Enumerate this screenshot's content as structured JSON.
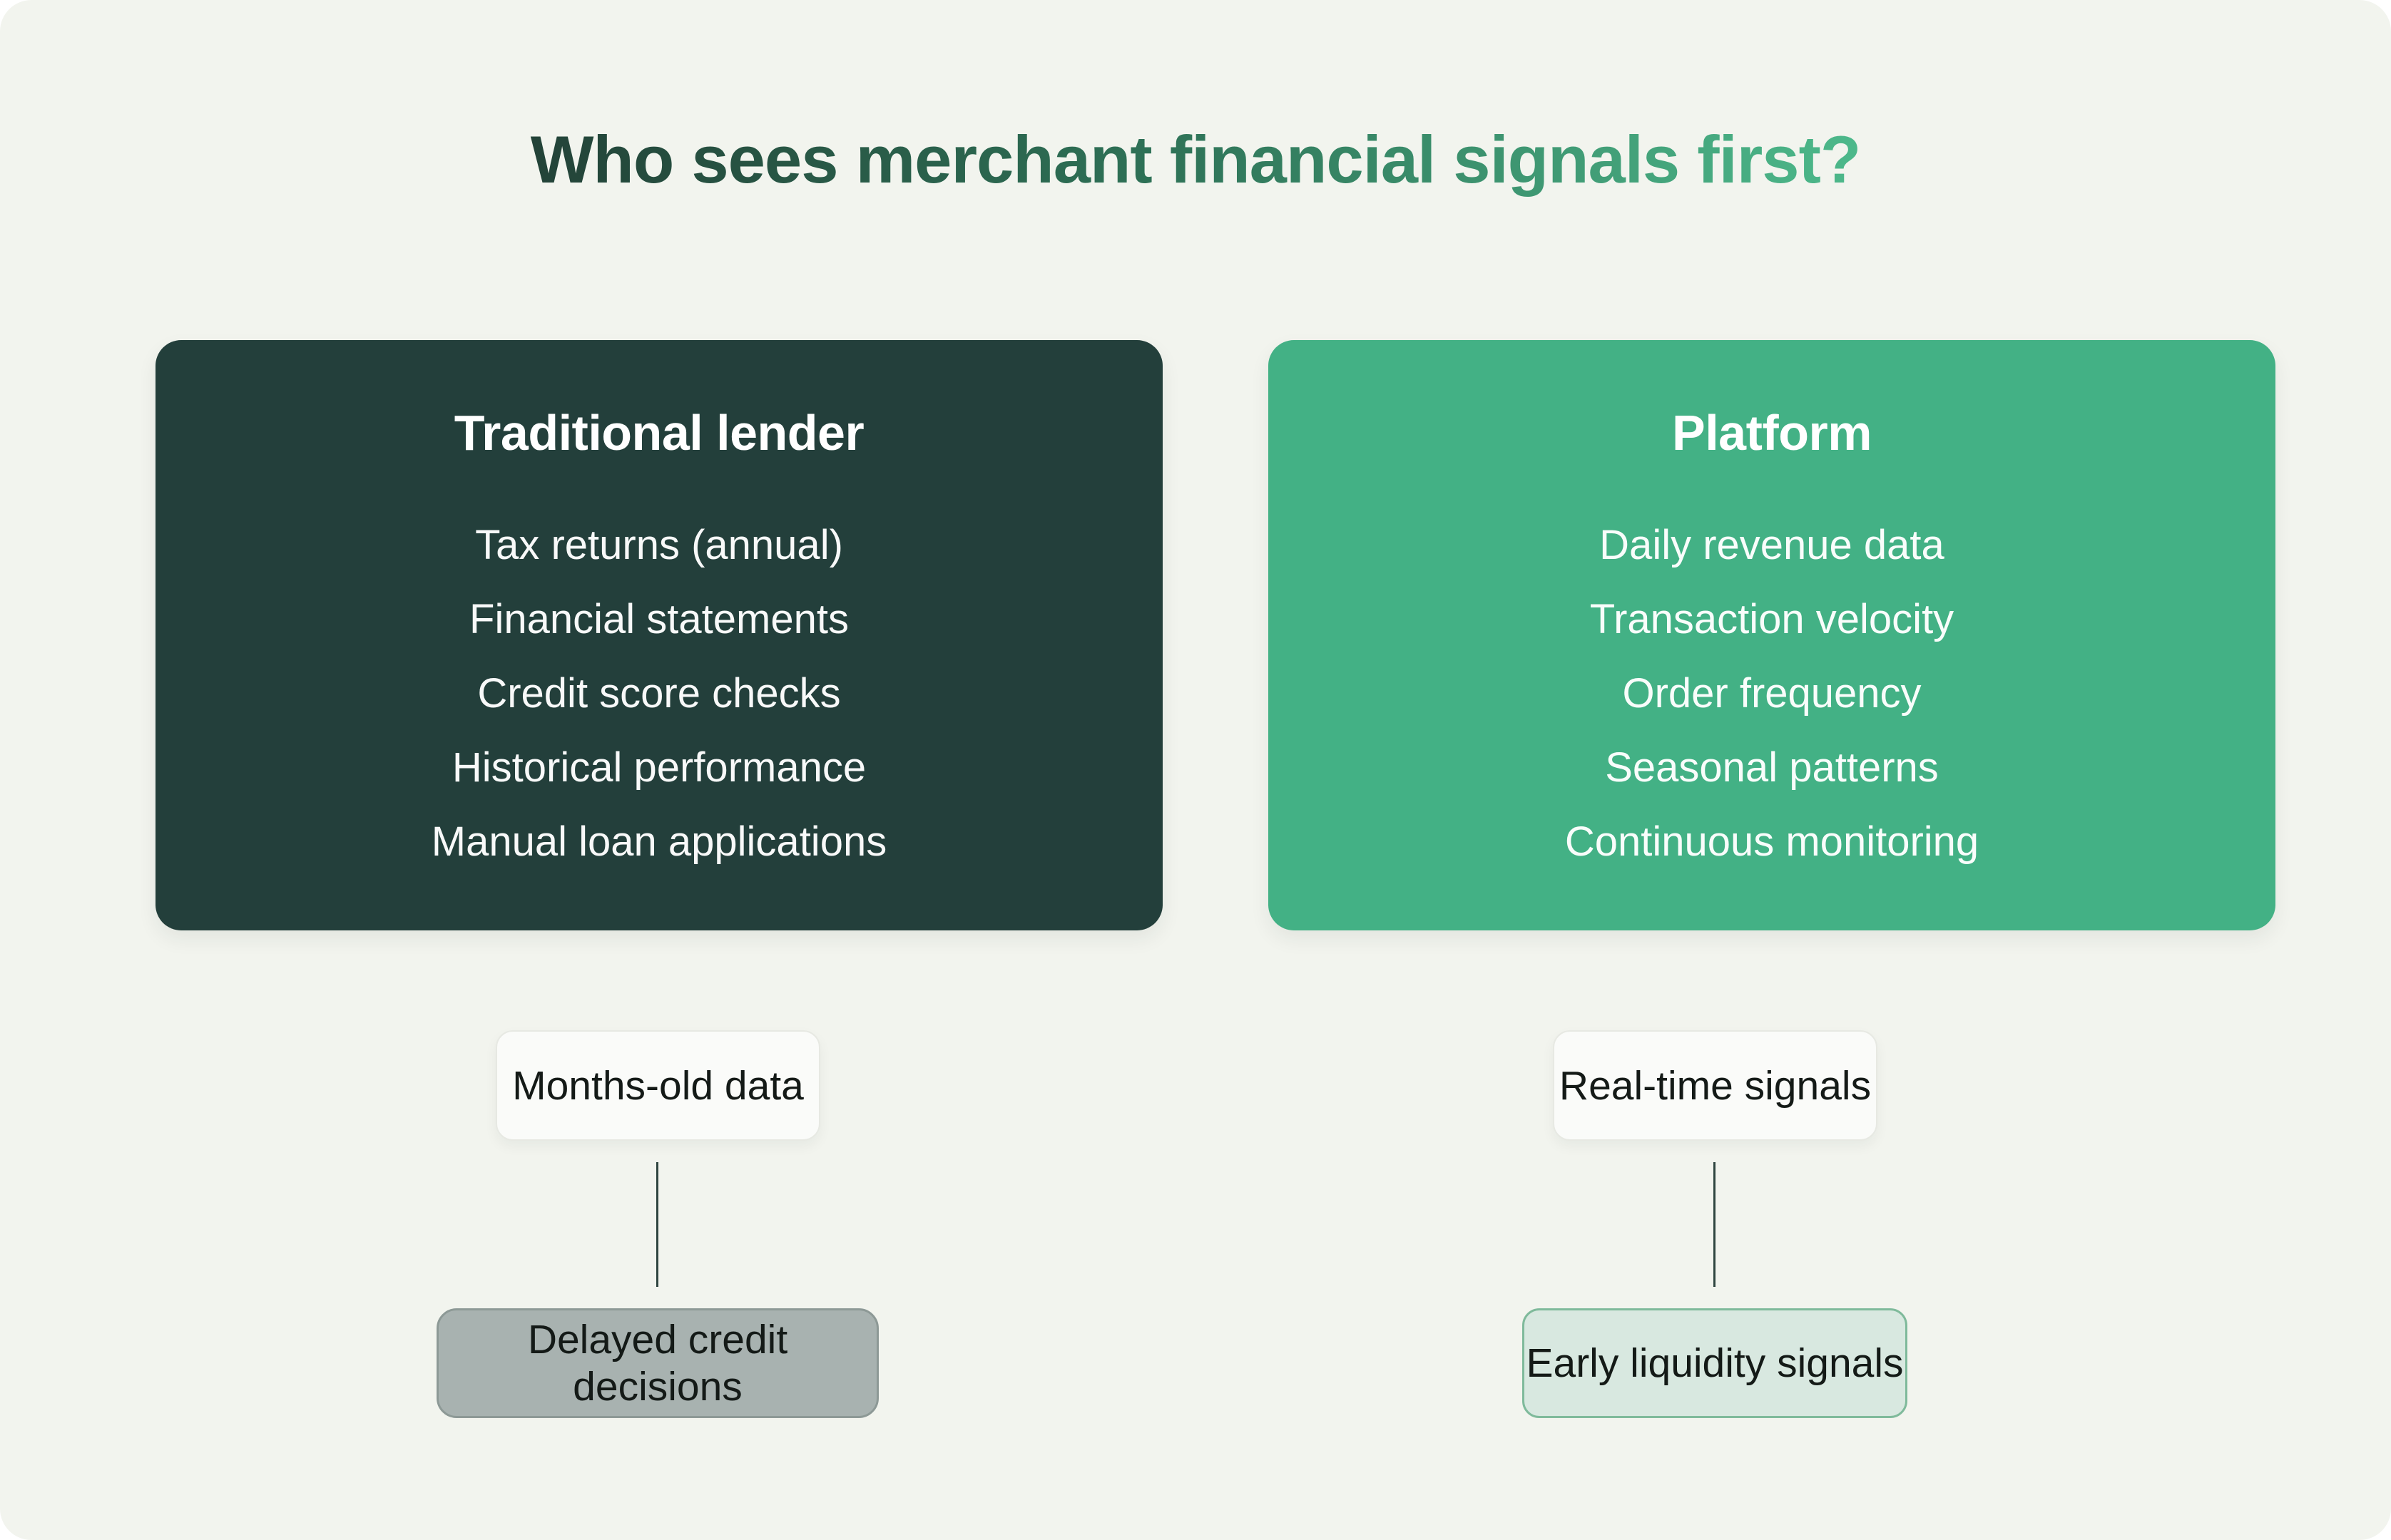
{
  "title": "Who sees merchant financial signals first?",
  "cards": [
    {
      "heading": "Traditional lender",
      "items": [
        "Tax returns (annual)",
        "Financial statements",
        "Credit score checks",
        "Historical performance",
        "Manual loan applications"
      ],
      "outcome_top": "Months-old data",
      "outcome_bottom": "Delayed credit decisions"
    },
    {
      "heading": "Platform",
      "items": [
        "Daily revenue data",
        "Transaction velocity",
        "Order frequency",
        "Seasonal patterns",
        "Continuous monitoring"
      ],
      "outcome_top": "Real-time signals",
      "outcome_bottom": "Early liquidity signals"
    }
  ],
  "colors": {
    "canvas_bg": "#f2f4ee",
    "dark_card": "#233f3b",
    "green_card": "#43b185",
    "card_text": "#ffffff",
    "title_start": "#213b33",
    "title_mid": "#2e7156",
    "title_end": "#4db98b",
    "neutral_box_bg": "#fafbf9",
    "neutral_box_border": "#e7e9e3",
    "gray_box_bg": "#a8b2b0",
    "gray_box_border": "#8d9996",
    "mint_box_bg": "#d8e8e0",
    "mint_box_border": "#7fba9b",
    "connector": "#2f4540",
    "outcome_text": "#141a17"
  }
}
